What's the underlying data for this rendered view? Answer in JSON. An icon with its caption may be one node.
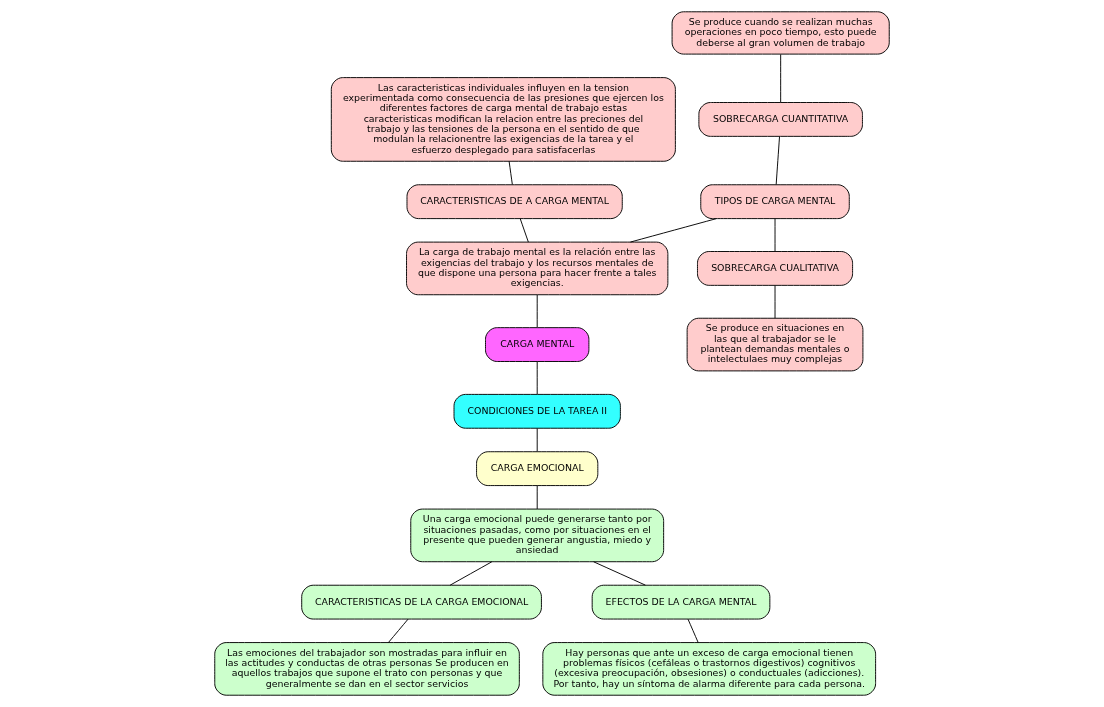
{
  "diagram": {
    "nodes": [
      {
        "text": [
          "Las caracteristicas individuales influyen en la tension experimentada como consecuencia de las presiones que ejercen los diferentes factores de carga mental de trabajo estas caracteristicas modifican la relacion entre las preciones del trabajo y las tensiones de la persona en el sentido de que modulan la relacionentre las exigencias de la tarea y el esfuerzo desplegado para satisfacerlas"
        ]
      },
      {
        "text": [
          "Se produce cuando se realizan muchas operaciones en poco tiempo, esto puede deberse al gran volumen de trabajo"
        ]
      },
      {
        "text": [
          "SOBRECARGA CUANTITATIVA"
        ]
      },
      {
        "text": [
          "TIPOS DE CARGA MENTAL"
        ]
      },
      {
        "text": [
          "CARACTERISTICAS DE A CARGA MENTAL"
        ]
      },
      {
        "text": [
          "SOBRECARGA CUALITATIVA"
        ]
      },
      {
        "text": [
          "La carga de trabajo mental es la relación entre las exigencias del trabajo y los recursos mentales de que dispone una persona para hacer frente a tales exigencias."
        ]
      },
      {
        "text": [
          "Se produce en situaciones en las que al trabajador se le plantean demandas mentales o intelectulaes muy complejas"
        ]
      },
      {
        "text": [
          "CARGA MENTAL"
        ]
      },
      {
        "text": [
          "CONDICIONES DE LA TAREA II"
        ]
      },
      {
        "text": [
          "CARGA EMOCIONAL"
        ]
      },
      {
        "text": [
          "Una carga emocional puede generarse tanto por situaciones pasadas, como por situaciones en el presente que pueden generar angustia, miedo y ansiedad"
        ]
      },
      {
        "text": [
          "CARACTERISTICAS DE LA CARGA EMOCIONAL"
        ]
      },
      {
        "text": [
          "EFECTOS DE LA CARGA MENTAL"
        ]
      },
      {
        "text": [
          "Las emociones del trabajador son mostradas para influir en las actitudes y conductas de otras personas Se producen en aquellos trabajos que supone el trato con personas y que generalmente se dan en el sector servicios"
        ]
      },
      {
        "text": [
          "Hay personas que ante un exceso de carga emocional tienen problemas físicos (cefáleas o trastornos digestivos) cognitivos (excesiva preocupación, obsesiones) o conductuales (adicciones). Por tanto, hay un síntoma de alarma diferente para cada persona."
        ]
      }
    ],
    "edges": [
      {
        "from": 0,
        "to": 4,
        "arrow": "none"
      },
      {
        "from": 1,
        "to": 2,
        "arrow": "none"
      },
      {
        "from": 2,
        "to": 3,
        "arrow": "none"
      },
      {
        "from": 4,
        "to": 6,
        "arrow": "none"
      },
      {
        "from": 3,
        "to": 6,
        "arrow": "none"
      },
      {
        "from": 3,
        "to": 5,
        "arrow": "none"
      },
      {
        "from": 5,
        "to": 7,
        "arrow": "none"
      },
      {
        "from": 6,
        "to": 8,
        "arrow": "none"
      },
      {
        "from": 8,
        "to": 9,
        "arrow": "none"
      },
      {
        "from": 9,
        "to": 10,
        "arrow": "none"
      },
      {
        "from": 10,
        "to": 11,
        "arrow": "none"
      },
      {
        "from": 11,
        "to": 12,
        "arrow": "none"
      },
      {
        "from": 11,
        "to": 13,
        "arrow": "none"
      },
      {
        "from": 12,
        "to": 14,
        "arrow": "none"
      },
      {
        "from": 13,
        "to": 15,
        "arrow": "none"
      }
    ]
  }
}
